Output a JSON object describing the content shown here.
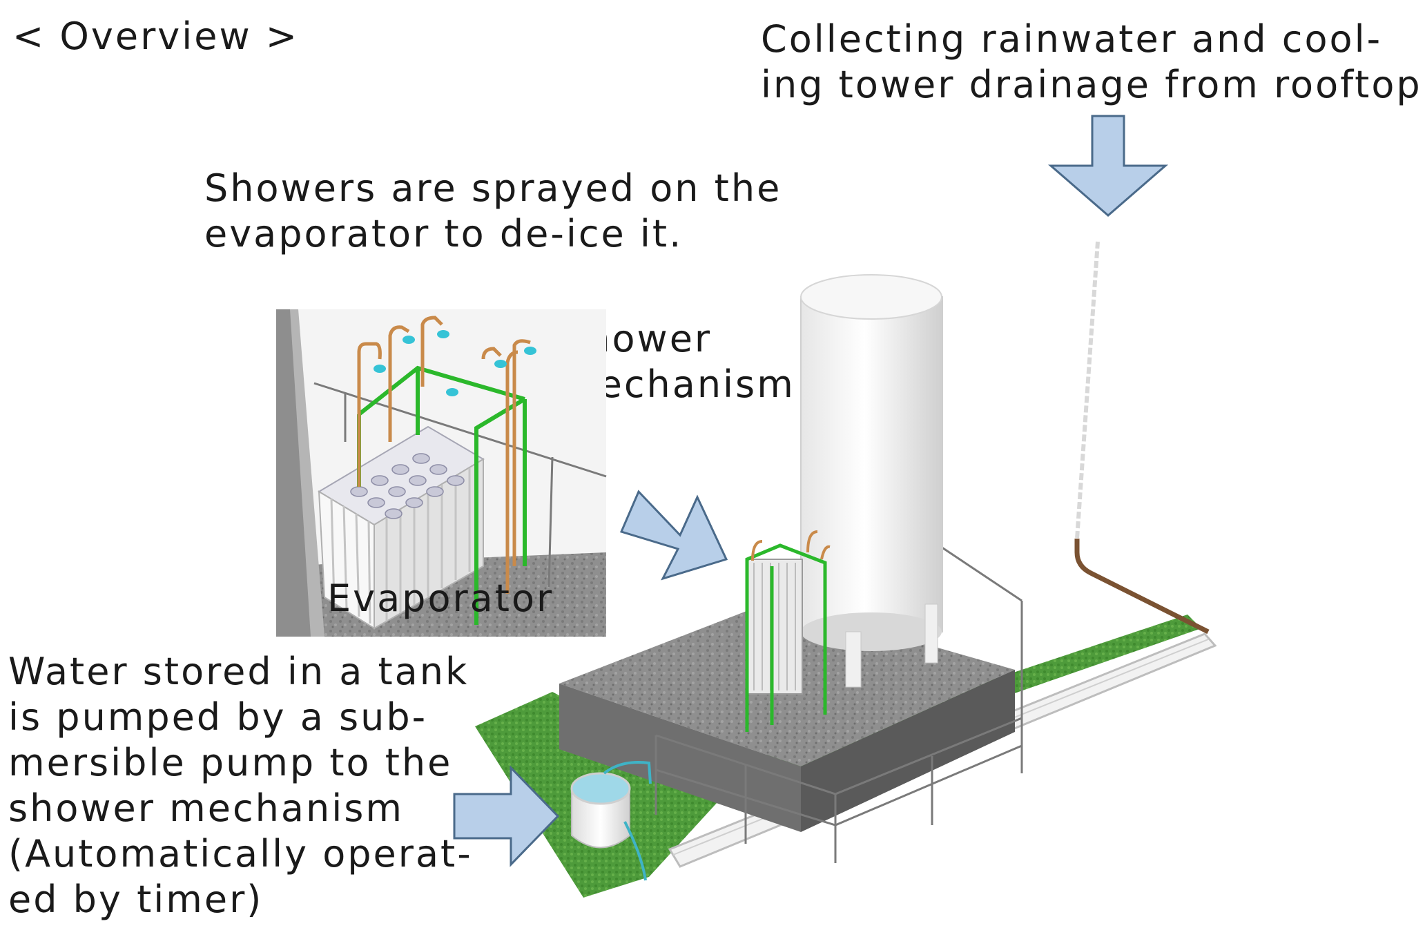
{
  "heading": "< Overview >",
  "rain_caption": {
    "lines": [
      "Collecting rainwater and cool-",
      "ing tower drainage from rooftop"
    ]
  },
  "shower_caption": {
    "lines": [
      "Showers are sprayed on the",
      "evaporator to de-ice it."
    ]
  },
  "shower_mechanism_label": {
    "lines": [
      "Shower",
      "mechanism"
    ]
  },
  "evaporator_label": "Evaporator",
  "water_caption": {
    "lines": [
      "Water stored in a tank",
      "is pumped by a sub-",
      "mersible pump to the",
      "shower mechanism",
      "(Automatically operat-",
      "ed by timer)"
    ]
  },
  "colors": {
    "arrow_fill": "#b8cfe9",
    "arrow_stroke": "#4a6a8a",
    "pipe_green": "#2bb82b",
    "pipe_copper": "#c98a4a",
    "grass": "#4c9a3a",
    "concrete": "#8a8a8a",
    "water": "#9fd8e8"
  }
}
